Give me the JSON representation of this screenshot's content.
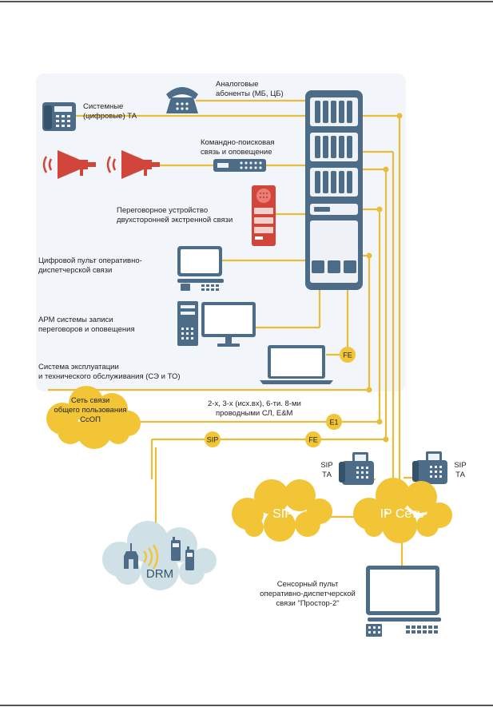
{
  "labels": {
    "analog": [
      "Аналоговые",
      "абоненты (МБ, ЦБ)"
    ],
    "system_ta": [
      "Системные",
      "(цифровые) ТА"
    ],
    "command": [
      "Командно-поисковая",
      "связь и оповещение"
    ],
    "intercom": [
      "Переговорное устройство",
      "двухсторонней экстренной связи"
    ],
    "console": [
      "Цифровой пульт оперативно-",
      "диспетчерской связи"
    ],
    "arm": [
      "АРМ системы записи",
      "переговоров и оповещения"
    ],
    "maint": [
      "Система эксплуатации",
      "и технического обслуживания (СЭ и ТО)"
    ],
    "pstn": [
      "Сеть связи",
      "общего пользования",
      "СсОП"
    ],
    "lines": [
      "2-х, 3-х (исх.вх), 6-ти. 8-ми",
      "проводными СЛ, E&M"
    ],
    "sip_ta_left": [
      "SIP",
      "ТА"
    ],
    "sip_ta_right": [
      "SIP",
      "ТА"
    ],
    "sensor": [
      "Сенсорный пульт",
      "оперативно-диспетчерской",
      "связи \"Простор-2\""
    ]
  },
  "badges": {
    "fe_top": "FE",
    "e1": "E1",
    "sip": "SIP",
    "fe_bottom": "FE"
  },
  "clouds": {
    "sip": "SIP",
    "ip": "IP Сеть",
    "drm": "DRM"
  },
  "colors": {
    "line": "#e8bd3a",
    "equipment": "#4c6c87",
    "alarm": "#d1453b",
    "panel": "#f2f5f9",
    "cloud_drm": "#cfe1e7"
  }
}
